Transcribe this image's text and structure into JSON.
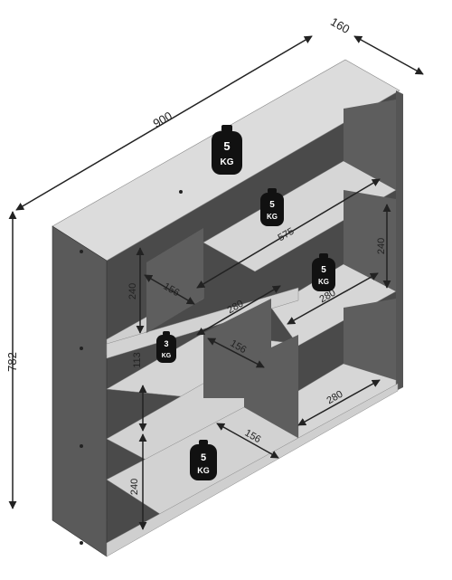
{
  "dimensions": {
    "width": "900",
    "depth": "160",
    "height": "782",
    "upper_opening_height": "240",
    "upper_right_opening_height": "240",
    "middle_opening_height": "113",
    "lower_opening_height": "240",
    "top_shelf_width": "575",
    "compartment_depth_upper": "156",
    "compartment_depth_middle": "156",
    "compartment_depth_lower": "156",
    "compartment_width_middle_left": "280",
    "compartment_width_middle_right": "280",
    "compartment_width_lower_right": "280"
  },
  "weights": {
    "top": {
      "value": "5",
      "unit": "KG"
    },
    "top_shelf": {
      "value": "5",
      "unit": "KG"
    },
    "right_shelf": {
      "value": "5",
      "unit": "KG"
    },
    "middle_left": {
      "value": "3",
      "unit": "KG"
    },
    "bottom": {
      "value": "5",
      "unit": "KG"
    }
  }
}
